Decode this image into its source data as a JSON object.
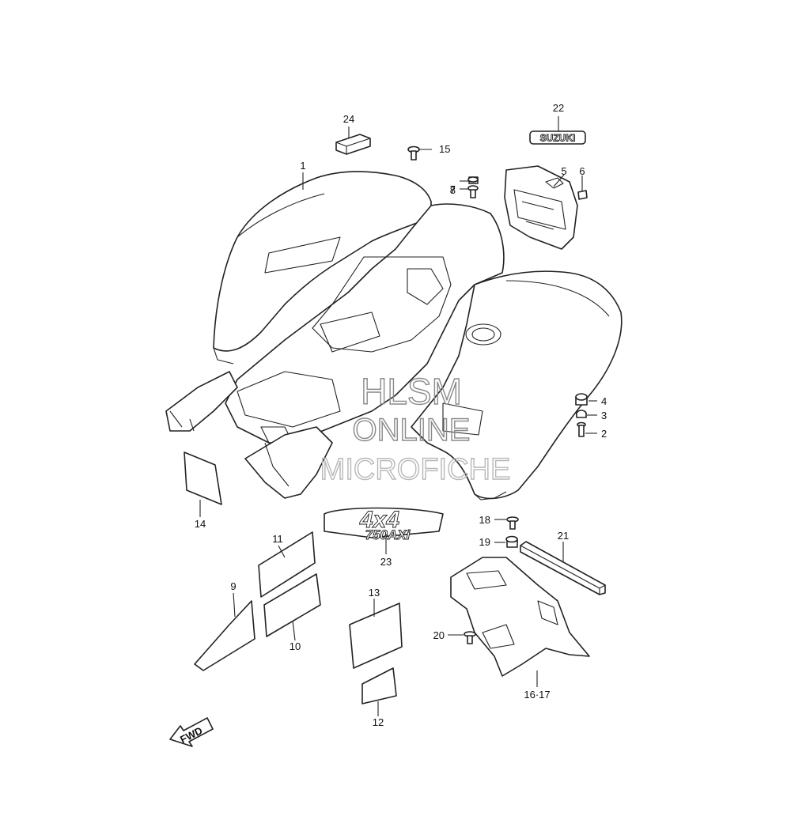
{
  "callouts": {
    "c1": "1",
    "c2": "2",
    "c3": "3",
    "c4": "4",
    "c5": "5",
    "c6": "6",
    "c7": "7",
    "c8": "8",
    "c9": "9",
    "c10": "10",
    "c11": "11",
    "c12": "12",
    "c13": "13",
    "c14": "14",
    "c15": "15",
    "c16_17": "16·17",
    "c18": "18",
    "c19": "19",
    "c20": "20",
    "c21": "21",
    "c22": "22",
    "c23": "23",
    "c24": "24"
  },
  "emblem_text": "SUZUKI",
  "decal_4x4": "4x4",
  "decal_model": "750AXi",
  "fwd_arrow": "FWD",
  "watermark": {
    "line1": "HLSM",
    "line2": "ONLINE",
    "line3": "MICROFICHE"
  }
}
